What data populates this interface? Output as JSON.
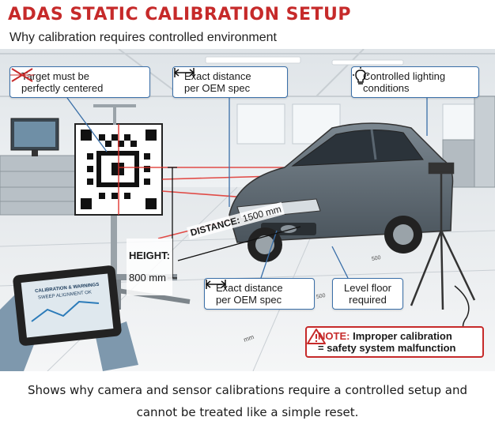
{
  "header": {
    "title": "ADAS STATIC CALIBRATION SETUP",
    "subtitle": "Why calibration requires controlled environment"
  },
  "callouts": {
    "target": {
      "text": "Target must be\nperfectly centered",
      "icon": "target-cross-icon"
    },
    "distance_top": {
      "text": "Exact distance\nper OEM spec",
      "icon": "distance-arrow-icon"
    },
    "lighting": {
      "text": "Controlled lighting\nconditions",
      "icon": "light-bulb-icon"
    },
    "distance_bottom": {
      "text": "Exact distance\nper OEM spec",
      "icon": "distance-arrow-icon"
    },
    "level_floor": {
      "text": "Level floor\nrequired"
    }
  },
  "measurements": {
    "height_label": "HEIGHT:",
    "height_value": "800 mm",
    "distance_label": "DISTANCE:",
    "distance_value": "1500 mm",
    "floor_mark_1": "500",
    "floor_mark_2": "500",
    "floor_mark_3": "mm"
  },
  "tablet": {
    "screen_title": "CALIBRATION & WARNINGS",
    "screen_subtitle": "SWEEP ALIGNMENT OK"
  },
  "note": {
    "head": "NOTE:",
    "line1": "Improper calibration",
    "line2": "= safety system malfunction",
    "icon": "warning-triangle-icon"
  },
  "caption": "Shows why camera and sensor calibrations require a controlled setup and cannot be treated like a simple reset.",
  "colors": {
    "accent_red": "#c62a2a",
    "callout_border": "#3a6fa8",
    "laser": "#e0302a",
    "car_body": "#5a6670"
  }
}
